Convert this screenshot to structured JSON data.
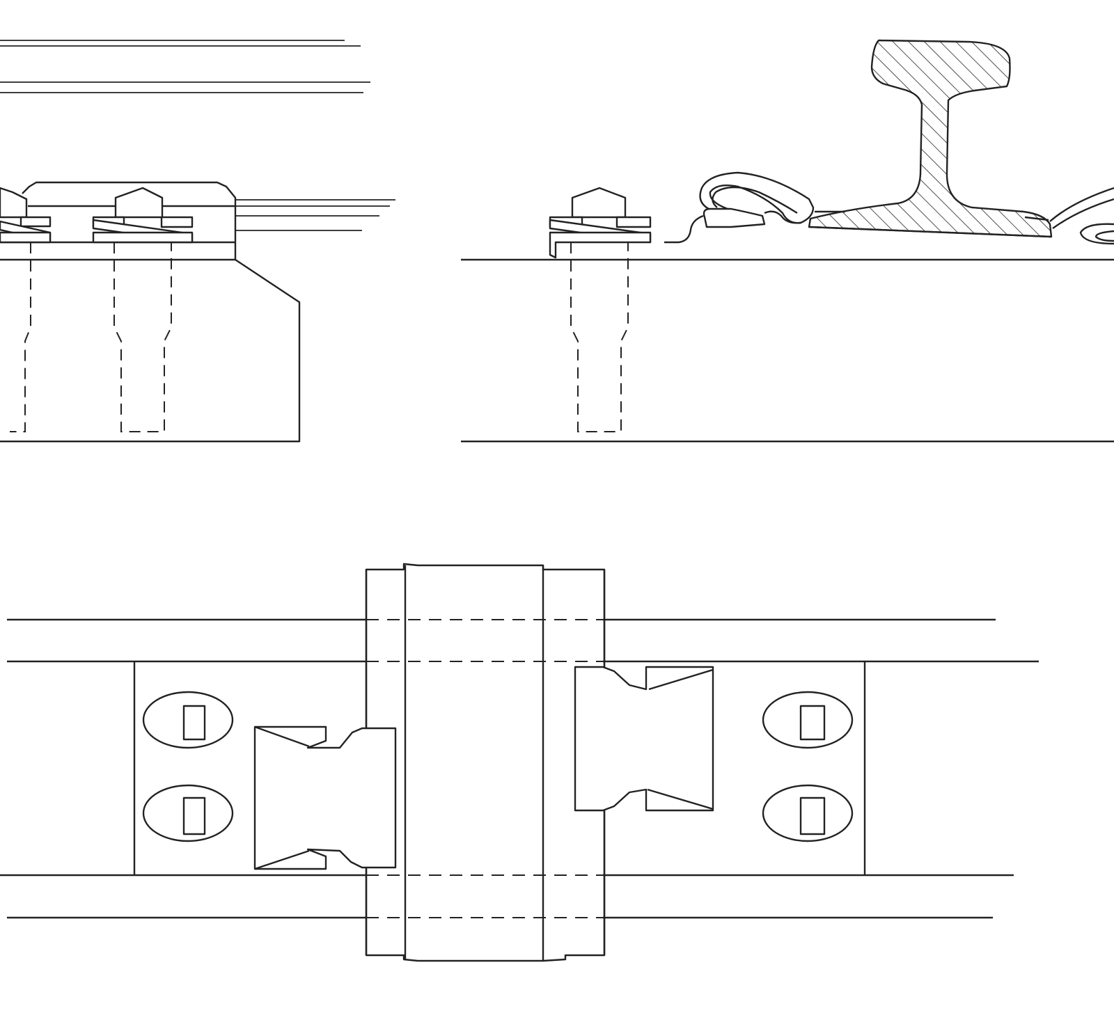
{
  "drawing": {
    "views": [
      {
        "id": "side-elevation"
      },
      {
        "id": "cross-section"
      },
      {
        "id": "plan-view"
      }
    ],
    "colors": {
      "line": "#222222",
      "background": "#ffffff"
    }
  }
}
